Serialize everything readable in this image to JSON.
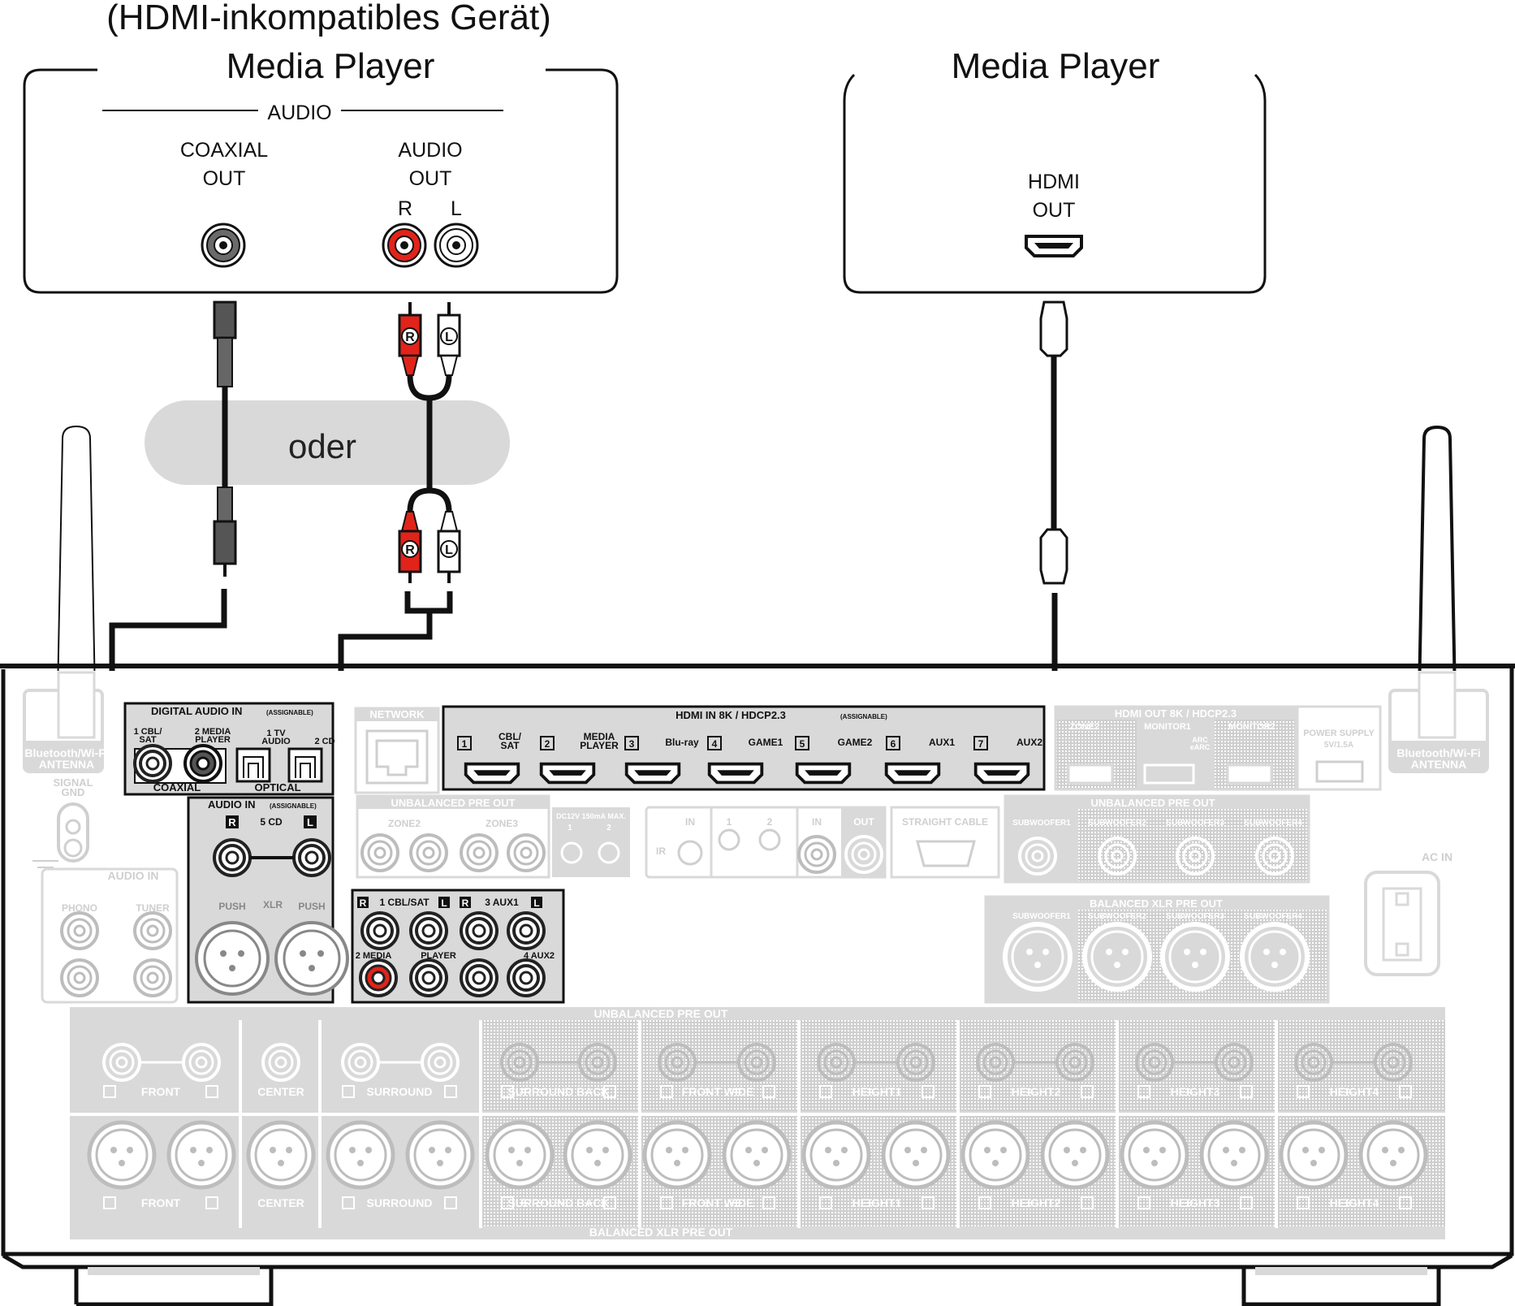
{
  "left_device": {
    "note": "(HDMI-inkompatibles Gerät)",
    "title": "Media Player",
    "audio_section": "AUDIO",
    "coaxial_out": [
      "COAXIAL",
      "OUT"
    ],
    "audio_out": [
      "AUDIO",
      "OUT"
    ],
    "r": "R",
    "l": "L"
  },
  "right_device": {
    "title": "Media Player",
    "hdmi_out": [
      "HDMI",
      "OUT"
    ]
  },
  "connector_marks": {
    "r": "R",
    "l": "L"
  },
  "or_label": "oder",
  "receiver": {
    "antenna_left": [
      "Bluetooth/Wi-Fi",
      "ANTENNA"
    ],
    "antenna_right": [
      "Bluetooth/Wi-Fi",
      "ANTENNA"
    ],
    "signal_gnd": [
      "SIGNAL",
      "GND"
    ],
    "digital_audio_in": "DIGITAL AUDIO IN",
    "assignable": "(ASSIGNABLE)",
    "coax1": [
      "1 CBL/",
      "SAT"
    ],
    "coax2": [
      "2 MEDIA",
      "PLAYER"
    ],
    "opt1": [
      "1 TV",
      "AUDIO"
    ],
    "opt2": "2 CD",
    "coaxial": "COAXIAL",
    "optical": "OPTICAL",
    "network": "NETWORK",
    "hdmi_in": "HDMI IN 8K / HDCP2.3",
    "hdmi_inputs": [
      {
        "num": "1",
        "label": [
          "CBL/",
          "SAT"
        ]
      },
      {
        "num": "2",
        "label": [
          "MEDIA",
          "PLAYER"
        ]
      },
      {
        "num": "3",
        "label": [
          "Blu-ray"
        ]
      },
      {
        "num": "4",
        "label": [
          "GAME1"
        ]
      },
      {
        "num": "5",
        "label": [
          "GAME2"
        ]
      },
      {
        "num": "6",
        "label": [
          "AUX1"
        ]
      },
      {
        "num": "7",
        "label": [
          "AUX2"
        ]
      }
    ],
    "hdmi_out": "HDMI OUT 8K / HDCP2.3",
    "hdmi_out_labels": [
      "ZONE2",
      "MONITOR1",
      "MONITOR2"
    ],
    "arc": [
      "ARC",
      "eARC"
    ],
    "power_supply": [
      "POWER SUPPLY",
      "5V/1.5A"
    ],
    "audio_in": "AUDIO IN",
    "cd": "5 CD",
    "xlr": "XLR",
    "push": "PUSH",
    "audio_in_bottom": "AUDIO   IN",
    "phono": "PHONO",
    "tuner": "TUNER",
    "unbal_pre_out": "UNBALANCED PRE OUT",
    "zone2": "ZONE2",
    "zone3": "ZONE3",
    "dc12v": [
      "DC12V 150mA MAX.",
      "1",
      "2"
    ],
    "in": "IN",
    "out": "OUT",
    "ir": "IR",
    "one": "1",
    "two": "2",
    "straight_cable": "STRAIGHT CABLE",
    "subwoofer": [
      "SUBWOOFER1",
      "SUBWOOFER2",
      "SUBWOOFER3",
      "SUBWOOFER4"
    ],
    "ac_in": "AC IN",
    "balanced_xlr_pre_out": "BALANCED XLR PRE OUT",
    "rca_in": [
      "1 CBL/SAT",
      "3 AUX1",
      "2 MEDIA",
      "PLAYER",
      "4 AUX2"
    ],
    "ch_labels": [
      "FRONT",
      "CENTER",
      "SURROUND",
      "SURROUND BACK",
      "FRONT WIDE",
      "HEIGHT1",
      "HEIGHT2",
      "HEIGHT3",
      "HEIGHT4"
    ]
  }
}
